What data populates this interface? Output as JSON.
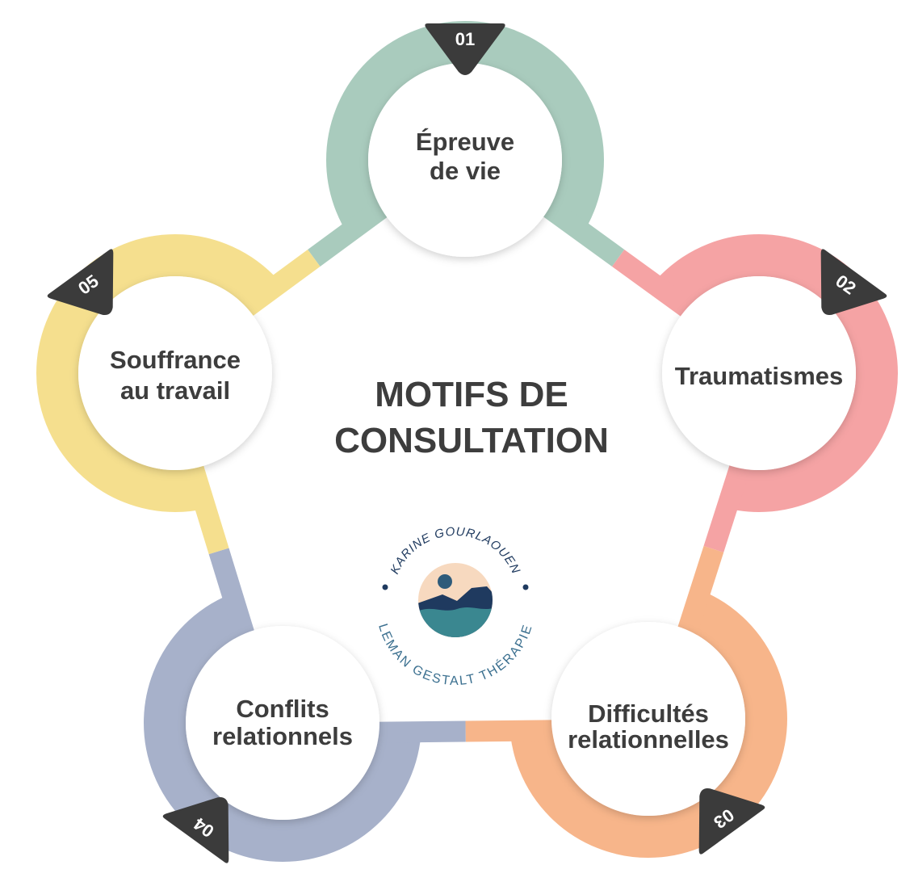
{
  "title": {
    "line1": "MOTIFS DE",
    "line2": "CONSULTATION"
  },
  "items": [
    {
      "number": "01",
      "lines": [
        "Épreuve",
        "de vie"
      ],
      "color": "#a9cbbd"
    },
    {
      "number": "02",
      "lines": [
        "Traumatismes"
      ],
      "color": "#f5a3a4"
    },
    {
      "number": "03",
      "lines": [
        "Difficultés",
        "relationnelles"
      ],
      "color": "#f7b58a"
    },
    {
      "number": "04",
      "lines": [
        "Conflits",
        "relationnels"
      ],
      "color": "#a7b1ca"
    },
    {
      "number": "05",
      "lines": [
        "Souffrance",
        "au travail"
      ],
      "color": "#f5df8e"
    }
  ],
  "logo": {
    "top_text": "KARINE GOURLAOUEN",
    "bottom_text": "LEMAN GESTALT THÉRAPIE",
    "colors": {
      "sand": "#f7d9bf",
      "navy": "#1f3a5f",
      "teal": "#3a8790",
      "dot": "#2e5b7a"
    }
  },
  "colors": {
    "text": "#3d3d3d",
    "badge": "#3b3b3b",
    "circle_fill": "#ffffff"
  }
}
